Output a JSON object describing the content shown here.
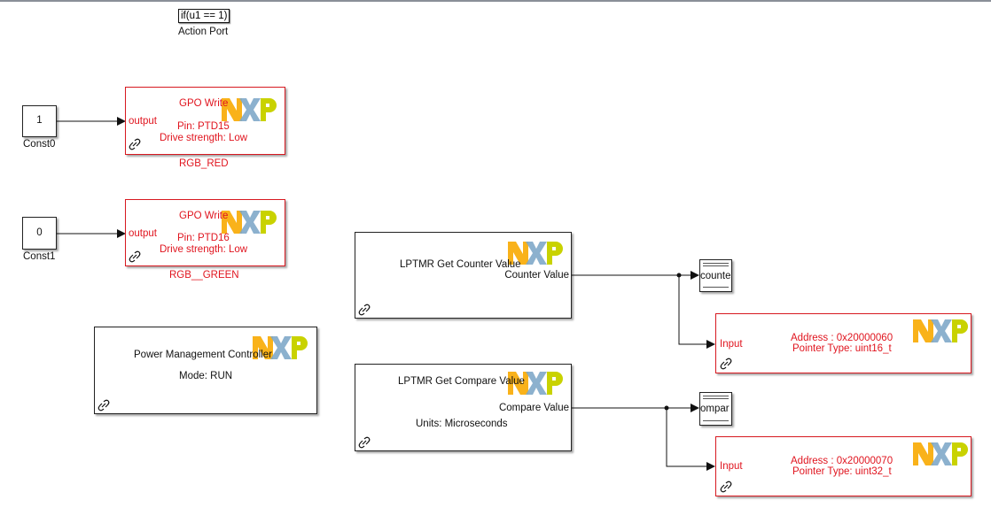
{
  "canvas": {
    "background": "#ffffff",
    "accent_red": "#e0141e",
    "border_red": "#d71920"
  },
  "action_port": {
    "label": "if(u1 == 1)",
    "name": "Action Port"
  },
  "constants": [
    {
      "value": "1",
      "name": "Const0"
    },
    {
      "value": "0",
      "name": "Const1"
    }
  ],
  "gpo_blocks": [
    {
      "title": "GPO Write",
      "port": "output",
      "pin": "Pin: PTD15",
      "drive": "Drive strength: Low",
      "name": "RGB_RED"
    },
    {
      "title": "GPO Write",
      "port": "output",
      "pin": "Pin: PTD16",
      "drive": "Drive strength: Low",
      "name": "RGB__GREEN"
    }
  ],
  "pmc_block": {
    "title": "Power Management Controller",
    "mode": "Mode: RUN"
  },
  "lptmr_counter": {
    "title": "LPTMR Get Counter Value",
    "port": "Counter Value"
  },
  "lptmr_compare": {
    "title": "LPTMR Get Compare Value",
    "port": "Compare Value",
    "units": "Units: Microseconds"
  },
  "goto_blocks": [
    {
      "tag": "counter"
    },
    {
      "tag": "ompar"
    }
  ],
  "memory_blocks": [
    {
      "port": "Input",
      "address": "Address : 0x20000060",
      "pointer": "Pointer Type: uint16_t"
    },
    {
      "port": "Input",
      "address": "Address : 0x20000070",
      "pointer": "Pointer Type: uint32_t"
    }
  ],
  "icons": {
    "logo": "nxp-logo",
    "library_link": "link-icon"
  }
}
